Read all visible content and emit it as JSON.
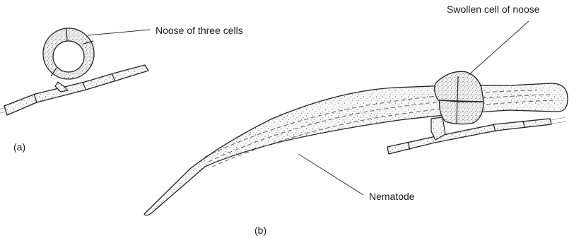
{
  "labels": {
    "noose_three_cells": "Noose of three cells",
    "swollen_cell": "Swollen cell of noose",
    "nematode": "Nematode",
    "panel_a": "(a)",
    "panel_b": "(b)"
  },
  "colors": {
    "ink": "#222222",
    "fill": "#f6f6f6",
    "background": "#ffffff"
  }
}
